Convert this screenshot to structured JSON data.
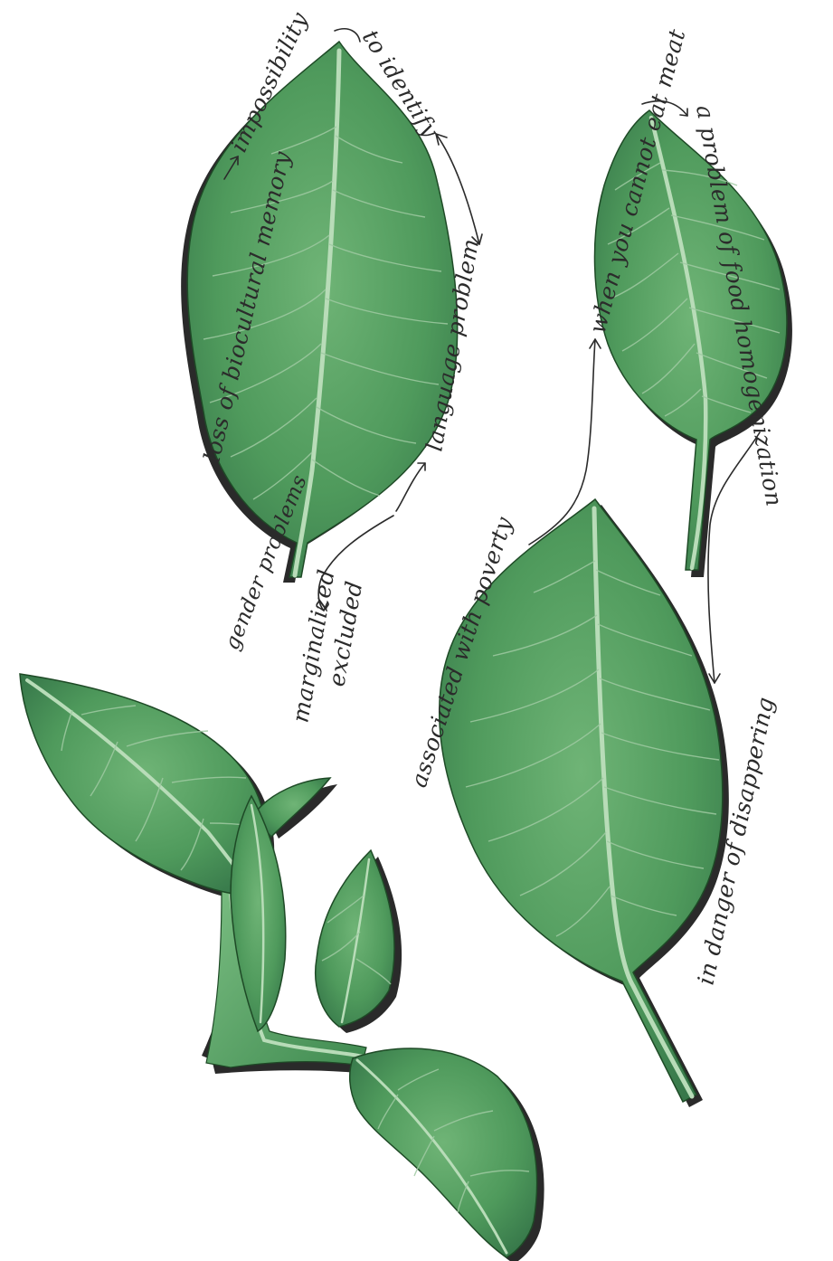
{
  "annotations": {
    "loss_memory": "loss of biocultural memory",
    "impossibility": "impossibility",
    "to_identify": "to identify",
    "language_problem": "language problem",
    "gender_problems": "gender problems",
    "marginalized": "marginalized",
    "excluded": "excluded",
    "when_no_meat": "when you cannot eat meat",
    "food_homogenization": "a problem of food homogenization",
    "associated_poverty": "associated with poverty",
    "danger_disappearing": "in danger of disappering"
  },
  "colors": {
    "leaf_fill": "#4f9a5c",
    "leaf_light": "#7cbf83",
    "leaf_dark": "#2f6b3a",
    "vein": "#b8dcb8",
    "shadow": "#2a2a2a",
    "ink": "#2b2b2b"
  }
}
